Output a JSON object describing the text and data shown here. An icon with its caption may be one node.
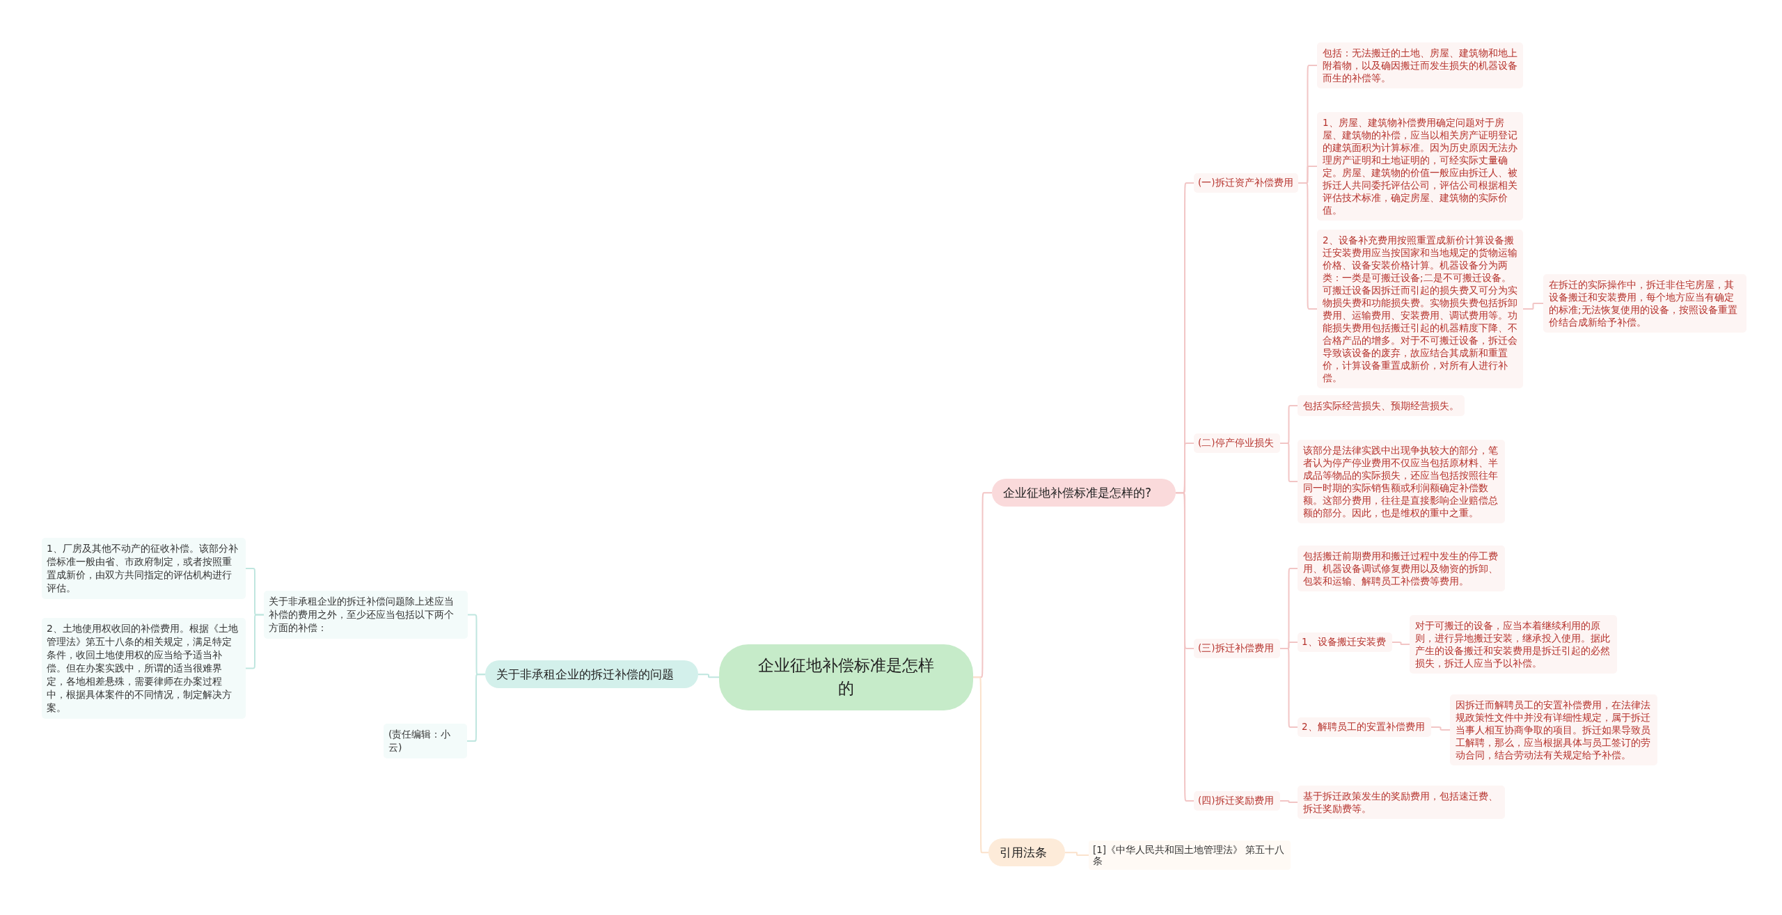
{
  "diagram": {
    "nodes": [
      {
        "text": [
          "企业征地补偿标准是怎样的"
        ]
      },
      {
        "text": [
          "企业征地补偿标准是怎样的?"
        ]
      },
      {
        "text": [
          "(一)拆迁资产补偿费用"
        ]
      },
      {
        "text": [
          "包括：无法搬迁的土地、房屋、建筑物和地上附着物，以及确因搬迁而发生损失的机器设备而生的补偿等。"
        ]
      },
      {
        "text": [
          "1、房屋、建筑物补偿费用确定问题对于房屋、建筑物的补偿，应当以相关房产证明登记的建筑面积为计算标准。因为历史原因无法办理房产证明和土地证明的，可经实际丈量确定。房屋、建筑物的价值一般应由拆迁人、被拆迁人共同委托评估公司，评估公司根据相关评估技术标准，确定房屋、建筑物的实际价值。"
        ]
      },
      {
        "text": [
          "2、设备补充费用按照重置成新价计算设备搬迁安装费用应当按国家和当地规定的货物运输价格、设备安装价格计算。机器设备分为两类：一类是可搬迁设备;二是不可搬迁设备。可搬迁设备因拆迁而引起的损失费又可分为实物损失费和功能损失费。实物损失费包括拆卸费用、运输费用、安装费用、调试费用等。功能损失费用包括搬迁引起的机器精度下降、不合格产品的增多。对于不可搬迁设备，拆迁会导致该设备的废弃，故应结合其成新和重置价，计算设备重置成新价，对所有人进行补偿。"
        ]
      },
      {
        "text": [
          "在拆迁的实际操作中，拆迁非住宅房屋，其设备搬迁和安装费用，每个地方应当有确定的标准;无法恢复使用的设备，按照设备重置价结合成新给予补偿。"
        ]
      },
      {
        "text": [
          "(二)停产停业损失"
        ]
      },
      {
        "text": [
          "包括实际经营损失、预期经营损失。"
        ]
      },
      {
        "text": [
          "该部分是法律实践中出现争执较大的部分，笔者认为停产停业费用不仅应当包括原材料、半成品等物品的实际损失，还应当包括按照往年同一时期的实际销售额或利润额确定补偿数额。这部分费用，往往是直接影响企业赔偿总额的部分。因此，也是维权的重中之重。"
        ]
      },
      {
        "text": [
          "(三)拆迁补偿费用"
        ]
      },
      {
        "text": [
          "包括搬迁前期费用和搬迁过程中发生的停工费用、机器设备调试修复费用以及物资的拆卸、包装和运输、解聘员工补偿费等费用。"
        ]
      },
      {
        "text": [
          "1、设备搬迁安装费"
        ]
      },
      {
        "text": [
          "对于可搬迁的设备，应当本着继续利用的原则，进行异地搬迁安装，继承投入使用。据此产生的设备搬迁和安装费用是拆迁引起的必然损失，拆迁人应当予以补偿。"
        ]
      },
      {
        "text": [
          "2、解聘员工的安置补偿费用"
        ]
      },
      {
        "text": [
          "因拆迁而解聘员工的安置补偿费用，在法律法规政策性文件中并没有详细性规定，属于拆迁当事人相互协商争取的项目。拆迁如果导致员工解聘，那么，应当根据具体与员工签订的劳动合同，结合劳动法有关规定给予补偿。"
        ]
      },
      {
        "text": [
          "(四)拆迁奖励费用"
        ]
      },
      {
        "text": [
          "基于拆迁政策发生的奖励费用，包括速迁费、拆迁奖励费等。"
        ]
      },
      {
        "text": [
          "引用法条"
        ]
      },
      {
        "text": [
          "[1]《中华人民共和国土地管理法》 第五十八条"
        ]
      },
      {
        "text": [
          "关于非承租企业的拆迁补偿的问题"
        ]
      },
      {
        "text": [
          "关于非承租企业的拆迁补偿问题除上述应当补偿的费用之外，至少还应当包括以下两个方面的补偿："
        ]
      },
      {
        "text": [
          "1、厂房及其他不动产的征收补偿。该部分补偿标准一般由省、市政府制定，或者按照重置成新价，由双方共同指定的评估机构进行评估。"
        ]
      },
      {
        "text": [
          "2、土地使用权收回的补偿费用。根据《土地管理法》第五十八条的相关规定，满足特定条件，收回土地使用权的应当给予适当补偿。但在办案实践中，所谓的适当很难界定，各地相差悬殊，需要律师在办案过程中，根据具体案件的不同情况，制定解决方案。"
        ]
      },
      {
        "text": [
          "(责任编辑：小云)"
        ]
      }
    ],
    "edges": [
      {
        "from": 0,
        "to": 1,
        "arrow": "none"
      },
      {
        "from": 1,
        "to": 2,
        "arrow": "none"
      },
      {
        "from": 2,
        "to": 3,
        "arrow": "none"
      },
      {
        "from": 2,
        "to": 4,
        "arrow": "none"
      },
      {
        "from": 2,
        "to": 5,
        "arrow": "none"
      },
      {
        "from": 5,
        "to": 6,
        "arrow": "none"
      },
      {
        "from": 1,
        "to": 7,
        "arrow": "none"
      },
      {
        "from": 7,
        "to": 8,
        "arrow": "none"
      },
      {
        "from": 7,
        "to": 9,
        "arrow": "none"
      },
      {
        "from": 1,
        "to": 10,
        "arrow": "none"
      },
      {
        "from": 10,
        "to": 11,
        "arrow": "none"
      },
      {
        "from": 10,
        "to": 12,
        "arrow": "none"
      },
      {
        "from": 12,
        "to": 13,
        "arrow": "none"
      },
      {
        "from": 10,
        "to": 14,
        "arrow": "none"
      },
      {
        "from": 14,
        "to": 15,
        "arrow": "none"
      },
      {
        "from": 1,
        "to": 16,
        "arrow": "none"
      },
      {
        "from": 16,
        "to": 17,
        "arrow": "none"
      },
      {
        "from": 0,
        "to": 18,
        "arrow": "none",
        "color": "#fbe2cc"
      },
      {
        "from": 18,
        "to": 19,
        "arrow": "none",
        "color": "#fbe2cc"
      },
      {
        "from": 0,
        "to": 20,
        "arrow": "none",
        "color": "#bfe6df"
      },
      {
        "from": 20,
        "to": 21,
        "arrow": "none",
        "color": "#bfe6df"
      },
      {
        "from": 21,
        "to": 22,
        "arrow": "none",
        "color": "#bfe6df"
      },
      {
        "from": 21,
        "to": 23,
        "arrow": "none",
        "color": "#bfe6df"
      },
      {
        "from": 20,
        "to": 24,
        "arrow": "none",
        "color": "#bfe6df"
      }
    ]
  }
}
